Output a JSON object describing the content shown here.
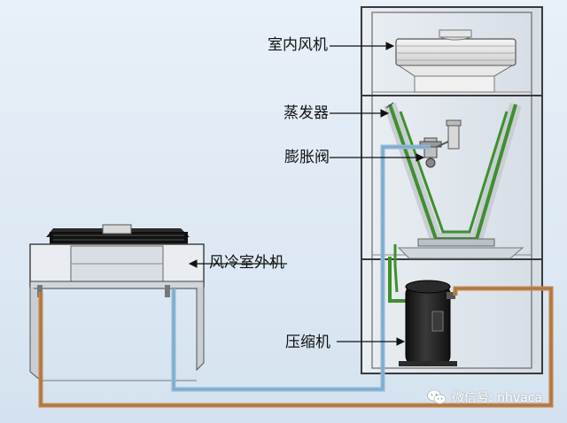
{
  "labels": {
    "indoor_fan": "室内风机",
    "evaporator": "蒸发器",
    "expansion_valve": "膨胀阀",
    "air_cooled_outdoor_unit": "风冷室外机",
    "compressor": "压缩机"
  },
  "watermark": {
    "text": "微信号: nhvaca",
    "icon": "wechat-icon"
  },
  "colors": {
    "background": "#dfe9f4",
    "cabinet_stroke": "#3a3a3a",
    "evaporator_coil": "#3f8f2e",
    "liquid_line": "#8fb8d6",
    "gas_line": "#c0854a",
    "compressor_body": "#1c1c1c"
  }
}
